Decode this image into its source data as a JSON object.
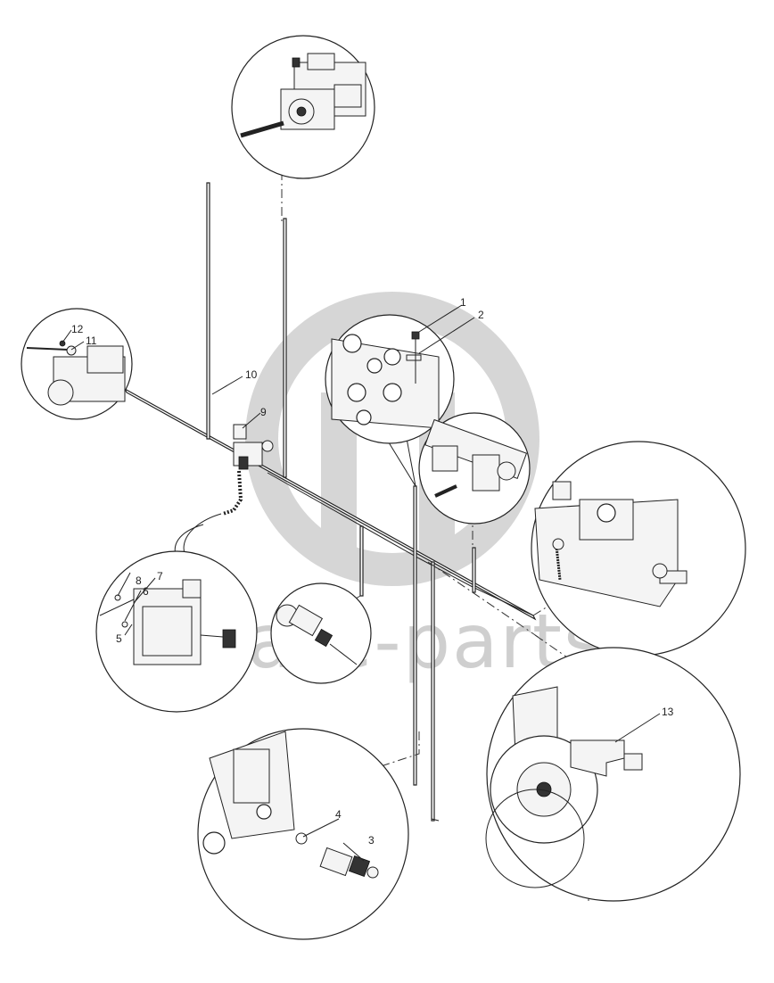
{
  "watermark": {
    "text": "date-parts",
    "color": "#cfcfcf"
  },
  "callouts": [
    {
      "id": "callout-1",
      "label": "1"
    },
    {
      "id": "callout-2",
      "label": "2"
    },
    {
      "id": "callout-3",
      "label": "3"
    },
    {
      "id": "callout-4",
      "label": "4"
    },
    {
      "id": "callout-5",
      "label": "5"
    },
    {
      "id": "callout-6",
      "label": "6"
    },
    {
      "id": "callout-7",
      "label": "7"
    },
    {
      "id": "callout-8",
      "label": "8"
    },
    {
      "id": "callout-9",
      "label": "9"
    },
    {
      "id": "callout-10",
      "label": "10"
    },
    {
      "id": "callout-11",
      "label": "11"
    },
    {
      "id": "callout-12",
      "label": "12"
    },
    {
      "id": "callout-13",
      "label": "13"
    }
  ]
}
